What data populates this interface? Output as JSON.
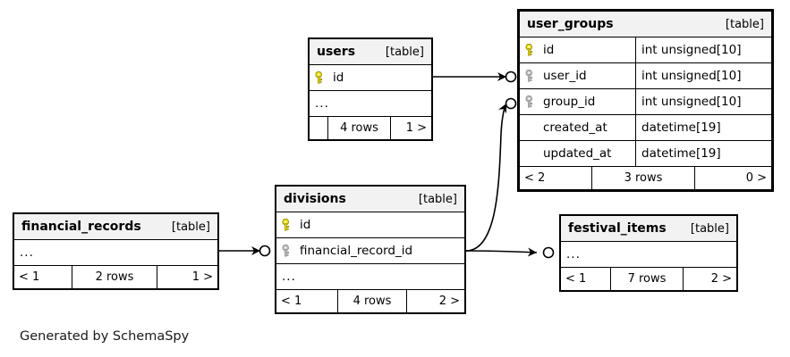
{
  "diagram": {
    "kind": "entity-relationship-diagram",
    "caption": "Generated by SchemaSpy",
    "table_tag": "[table]",
    "colors": {
      "primary_key_icon": "#f2e600",
      "foreign_key_icon": "#bfbfbf",
      "header_background": "#f2f2f2",
      "border": "#000000",
      "background": "#ffffff"
    }
  },
  "tables": [
    {
      "id": "users",
      "name": "users",
      "tag": "[table]",
      "emphasis": false,
      "columns": [
        {
          "name": "id",
          "type": "",
          "key": "primary"
        }
      ],
      "has_ellipsis_row": true,
      "ellipsis": "...",
      "footer": {
        "left": "",
        "center": "4 rows",
        "right": "1 >"
      }
    },
    {
      "id": "user_groups",
      "name": "user_groups",
      "tag": "[table]",
      "emphasis": true,
      "columns": [
        {
          "name": "id",
          "type": "int unsigned[10]",
          "key": "primary"
        },
        {
          "name": "user_id",
          "type": "int unsigned[10]",
          "key": "foreign"
        },
        {
          "name": "group_id",
          "type": "int unsigned[10]",
          "key": "foreign"
        },
        {
          "name": "created_at",
          "type": "datetime[19]",
          "key": "none"
        },
        {
          "name": "updated_at",
          "type": "datetime[19]",
          "key": "none"
        }
      ],
      "has_ellipsis_row": false,
      "ellipsis": "",
      "footer": {
        "left": "< 2",
        "center": "3 rows",
        "right": "0 >"
      }
    },
    {
      "id": "divisions",
      "name": "divisions",
      "tag": "[table]",
      "emphasis": false,
      "columns": [
        {
          "name": "id",
          "type": "",
          "key": "primary"
        },
        {
          "name": "financial_record_id",
          "type": "",
          "key": "foreign"
        }
      ],
      "has_ellipsis_row": true,
      "ellipsis": "...",
      "footer": {
        "left": "< 1",
        "center": "4 rows",
        "right": "2 >"
      }
    },
    {
      "id": "financial_records",
      "name": "financial_records",
      "tag": "[table]",
      "emphasis": false,
      "columns": [],
      "has_ellipsis_row": true,
      "ellipsis": "...",
      "footer": {
        "left": "< 1",
        "center": "2 rows",
        "right": "1 >"
      }
    },
    {
      "id": "festival_items",
      "name": "festival_items",
      "tag": "[table]",
      "emphasis": false,
      "columns": [],
      "has_ellipsis_row": true,
      "ellipsis": "...",
      "footer": {
        "left": "< 1",
        "center": "7 rows",
        "right": "2 >"
      }
    }
  ],
  "relationships": [
    {
      "id": "users-to-user_groups",
      "from_table": "users",
      "from_column": "id",
      "to_table": "user_groups",
      "to_column": "user_id"
    },
    {
      "id": "divisions-to-user_groups",
      "from_table": "divisions",
      "from_column": "id",
      "to_table": "user_groups",
      "to_column": "group_id"
    },
    {
      "id": "divisions-to-festival_items",
      "from_table": "divisions",
      "from_column": "id",
      "to_table": "festival_items",
      "to_column": ""
    },
    {
      "id": "financial_records-to-divisions",
      "from_table": "financial_records",
      "from_column": "",
      "to_table": "divisions",
      "to_column": "financial_record_id"
    }
  ]
}
